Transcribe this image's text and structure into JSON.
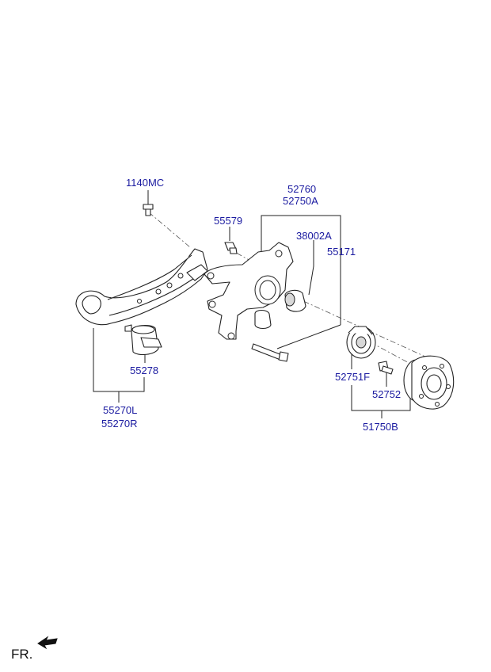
{
  "labels": {
    "p1140MC": "1140MC",
    "p52760": "52760",
    "p52750A": "52750A",
    "p55579": "55579",
    "p38002A": "38002A",
    "p55171": "55171",
    "p55278": "55278",
    "p55270L": "55270L",
    "p55270R": "55270R",
    "p52751F": "52751F",
    "p52752": "52752",
    "p51750B": "51750B"
  },
  "direction": {
    "text": "FR.",
    "icon": "arrow-icon"
  },
  "colors": {
    "label": "#1a1aa0",
    "lines": "#222222"
  }
}
